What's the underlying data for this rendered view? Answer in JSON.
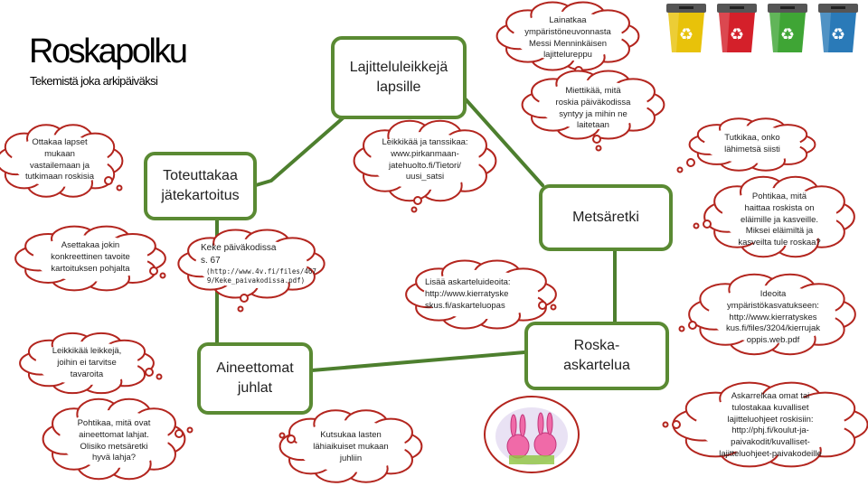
{
  "title": "Roskapolku",
  "subtitle": "Tekemistä joka arkipäiväksi",
  "boxes": {
    "lapsille": "Lajitteluleikkejä\nlapsille",
    "jatekartoitus": "Toteuttakaa\njätekartoitus",
    "juhlat": "Aineettomat\njuhlat",
    "metsaretki": "Metsäretki",
    "askartelua": "Roska-\naskartelua"
  },
  "clouds": {
    "ottakaa": "Ottakaa lapset\nmukaan\nvastailemaan ja\ntutkimaan roskisia",
    "asettakaa": "Asettakaa jokin\nkonkreettinen tavoite\nkartoituksen pohjalta",
    "leikkikaa_leikkeja": "Leikkikää leikkejä,\njoihin ei tarvitse\ntavaroita",
    "pohtikaa_lahjat": "Pohtikaa, mitä ovat\naineettomat lahjat.\nOlisiko metsäretki\nhyvä lahja?",
    "keke_title": "Keke päiväkodissa\ns. 67",
    "keke_url": "(http://www.4v.fi/files/467\n9/Keke_paivakodissa.pdf)",
    "kutsukaa": "Kutsukaa lasten\nlähiaikuiset mukaan\njuhliin",
    "tanssikaa": "Leikkikää ja tanssikaa:\nwww.pirkanmaan-\njatehuolto.fi/Tietori/\nuusi_satsi",
    "lisaa": "Lisää askarteluideoita:\nhttp://www.kierratyske\nskus.fi/askarteluopas",
    "lainatkaa": "Lainatkaa\nympäristöneuvonnasta\nMessi Menninkäisen\nlajittelureppu",
    "miettikaa": "Miettikää, mitä\nroskia päiväkodissa\nsyntyy ja mihin ne\nlaitetaan",
    "tutkikaa": "Tutkikaa, onko\nlähimetsä siisti",
    "pohtikaa_haittaa": "Pohtikaa, mitä\nhaittaa roskista on\neläimille ja kasveille.\nMiksei eläimiltä ja\nkasveilta tule roskaa?",
    "ideoita": "Ideoita\nympäristökasvatukseen:\nhttp://www.kierratyskes\nkus.fi/files/3204/kierrujak\noppis.web.pdf",
    "askarrelkaa": "Askarrelkaa omat tai\ntulostakaa kuvalliset\nlajitteluohjeet roskisiin:\nhttp://phj.fi/koulut-ja-\npaivakodit/kuvalliset-\nlajitteluohjeet-paivakodeille"
  },
  "bins": [
    {
      "color": "#e8c20a",
      "symbol": "♻"
    },
    {
      "color": "#d4202a",
      "symbol": "♻"
    },
    {
      "color": "#3fa535",
      "symbol": "♻"
    },
    {
      "color": "#2a7ab8",
      "symbol": "♻"
    }
  ],
  "colors": {
    "box_border": "#5a8a33",
    "cloud_border": "#b3251e",
    "connector": "#4d7f2e"
  }
}
